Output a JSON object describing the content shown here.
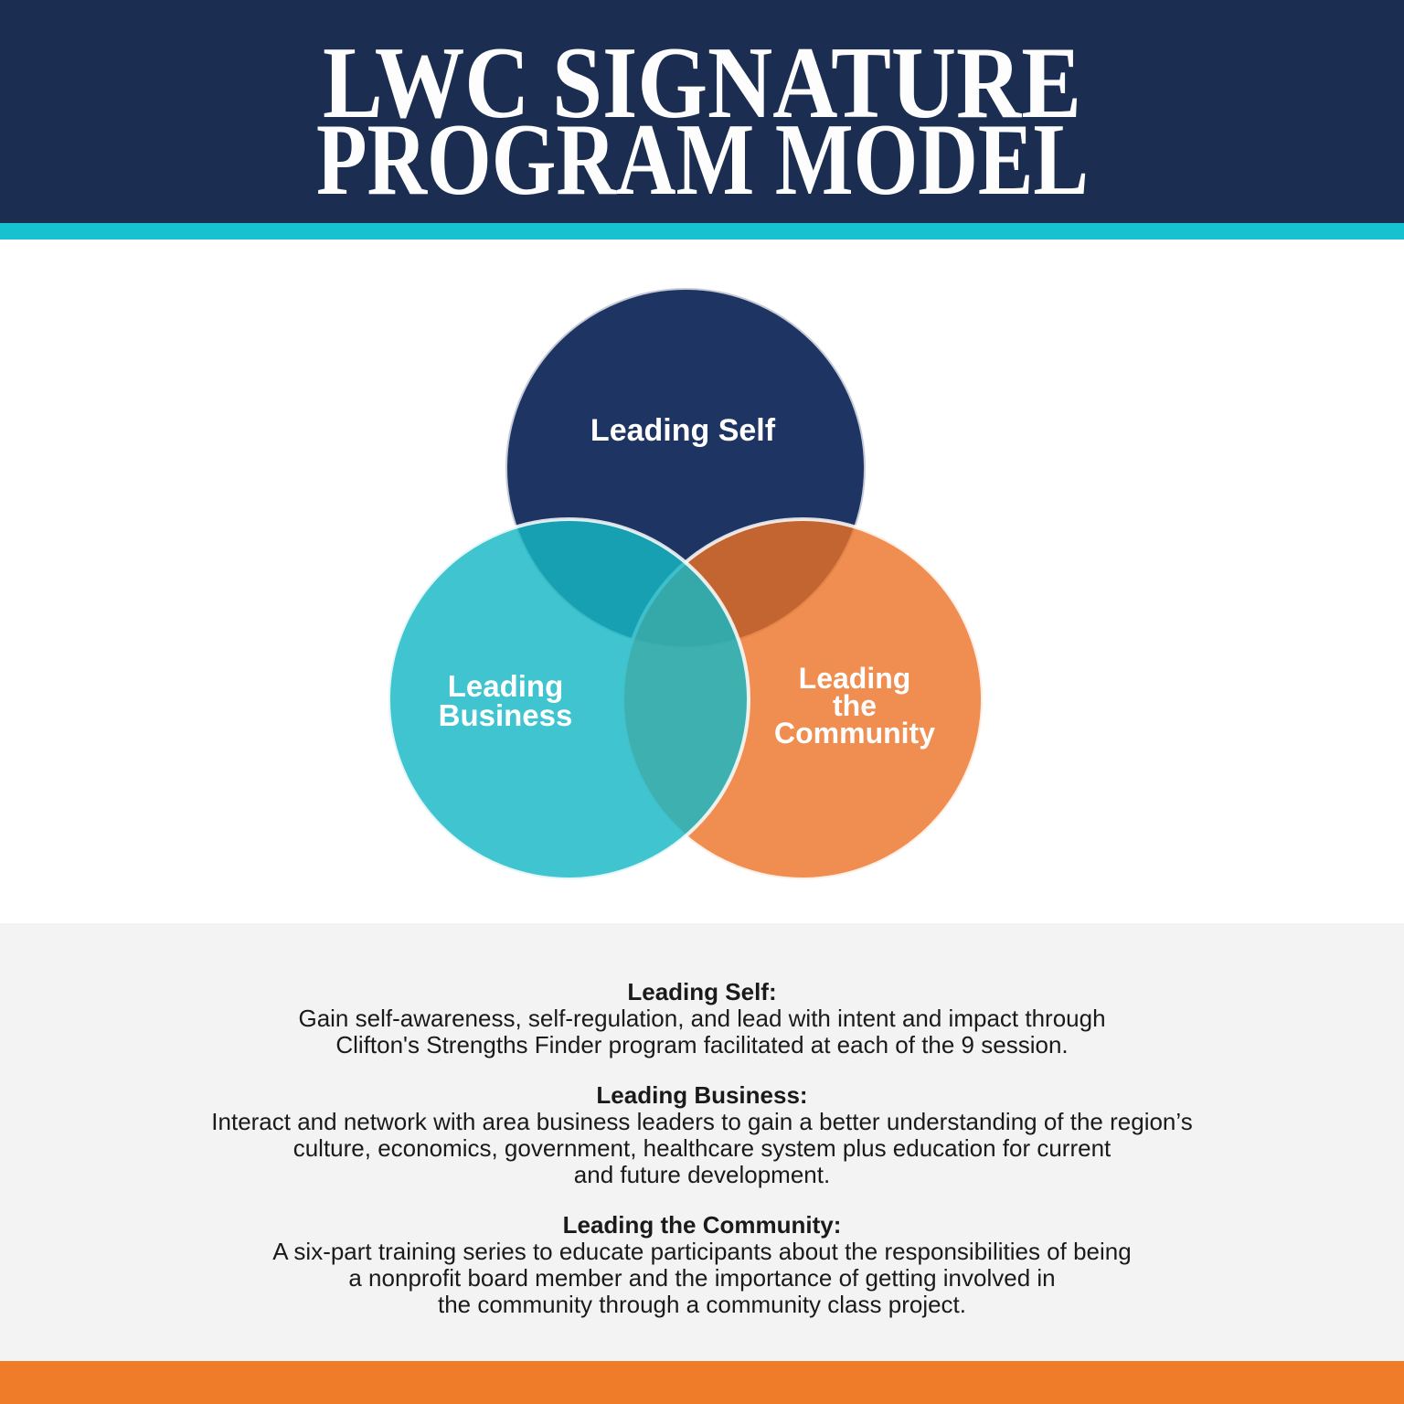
{
  "header": {
    "title_line1": "LWC SIGNATURE",
    "title_line2": "PROGRAM MODEL"
  },
  "venn": {
    "circles": [
      {
        "id": "leading-self",
        "label": "Leading Self",
        "color": "#1e3462"
      },
      {
        "id": "leading-business",
        "label": "Leading\nBusiness",
        "color": "#40c4cf"
      },
      {
        "id": "leading-community",
        "label": "Leading\nthe\nCommunity",
        "color": "#ef8e50"
      }
    ],
    "overlap_colors": {
      "self_business": "#17a0b2",
      "self_community": "#c06630",
      "business_community": "#3eb0af"
    }
  },
  "sections": [
    {
      "title": "Leading Self:",
      "lines": [
        "Gain self-awareness, self-regulation, and lead with intent and impact through",
        "Clifton's Strengths Finder program facilitated at each of the 9 session."
      ]
    },
    {
      "title": "Leading Business:",
      "lines": [
        "Interact and network with area business leaders to gain a better understanding of the region’s",
        "culture, economics, government, healthcare system plus education for current",
        "and future development."
      ]
    },
    {
      "title": "Leading the Community:",
      "lines": [
        "A six-part training series to educate participants about the responsibilities of being",
        "a nonprofit board member and the importance of getting involved in",
        "the community through a community class project."
      ]
    }
  ],
  "colors": {
    "header_navy": "#1b2e52",
    "teal_stripe": "#16c2cf",
    "navy_circle": "#1e3462",
    "teal_circle": "#40c4cf",
    "orange_circle": "#ef8e50",
    "info_background": "#f3f3f3",
    "footer_orange": "#ef7c28",
    "text": "#1a1a1a"
  }
}
